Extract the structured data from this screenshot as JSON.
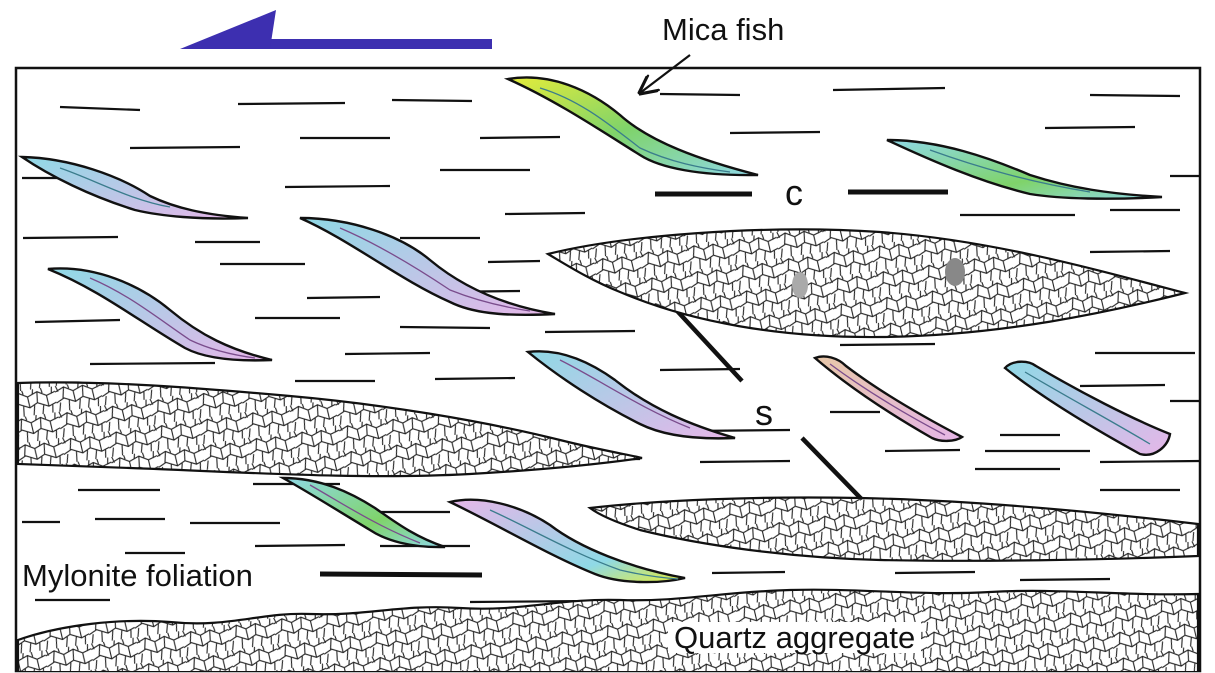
{
  "labels": {
    "mica_fish": "Mica fish",
    "c_plane": "c",
    "s_plane": "s",
    "mylonite_foliation": "Mylonite foliation",
    "quartz_aggregate": "Quartz aggregate"
  },
  "colors": {
    "shear_arrow": "#3d2fb0",
    "outline": "#111111",
    "mica_yellow": "#e4ec3a",
    "mica_green": "#7fd36a",
    "mica_cyan": "#8fd9e6",
    "mica_pink": "#e6b6e8",
    "mica_tan": "#e7c7a8"
  }
}
